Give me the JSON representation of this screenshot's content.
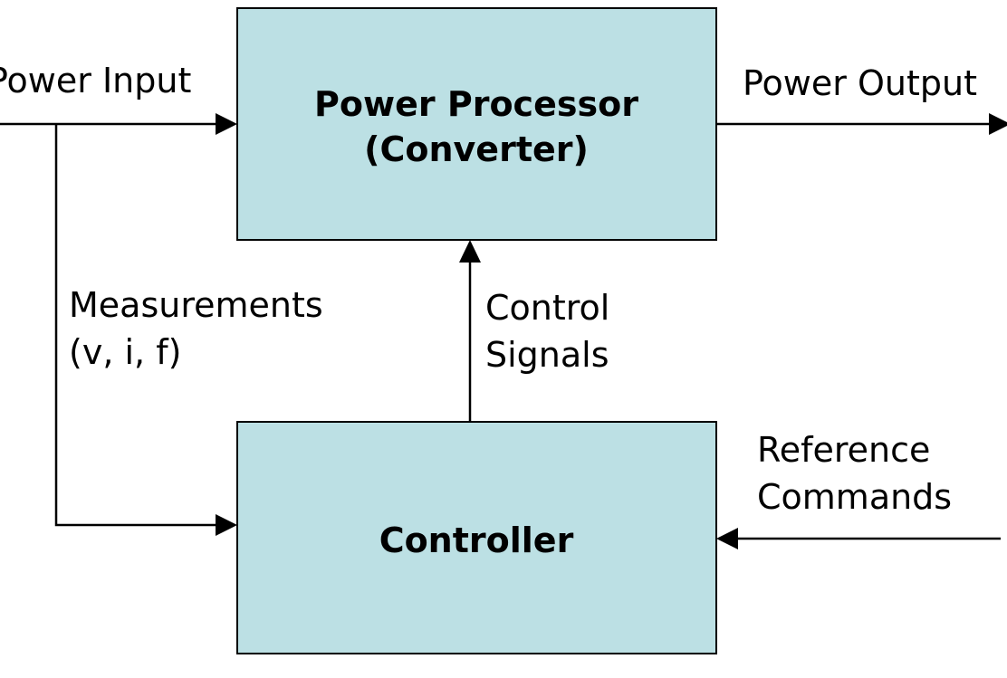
{
  "colors": {
    "block_fill": "#bce0e4",
    "block_stroke": "#000000",
    "line": "#000000",
    "text": "#000000"
  },
  "blocks": {
    "power_processor": {
      "line1": "Power Processor",
      "line2": "(Converter)"
    },
    "controller": {
      "label": "Controller"
    }
  },
  "labels": {
    "power_input": "Power Input",
    "power_output": "Power Output",
    "measurements": {
      "line1": "Measurements",
      "line2": "(v, i, f)"
    },
    "control_signals": {
      "line1": "Control",
      "line2": "Signals"
    },
    "reference_commands": {
      "line1": "Reference",
      "line2": "Commands"
    }
  }
}
